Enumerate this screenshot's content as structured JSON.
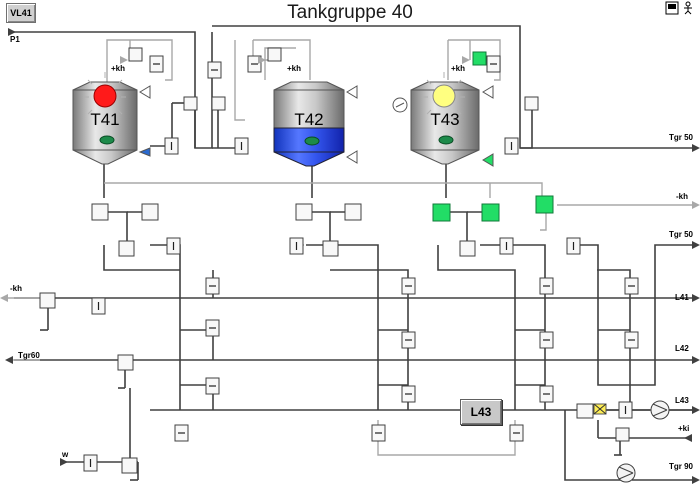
{
  "header": {
    "title": "Tankgruppe 40",
    "vl_button": "VL41"
  },
  "tanks": [
    {
      "label": "T41",
      "lamp_color": "#ff1a1a",
      "fill": "empty"
    },
    {
      "label": "T42",
      "lamp_color": "",
      "fill": "full"
    },
    {
      "label": "T43",
      "lamp_color": "#ffff80",
      "fill": "empty"
    }
  ],
  "labels": {
    "p1": "P1",
    "kh_t41": "+kh",
    "kh_t42": "+kh",
    "kh_t43": "+kh",
    "tgr50_top": "Tgr 50",
    "minus_kh_right": "-kh",
    "tgr50_mid": "Tgr 50",
    "minus_kh_left": "-kh",
    "l41": "L41",
    "tgr60": "Tgr60",
    "l42": "L42",
    "l43_right": "L43",
    "plus_ki": "+ki",
    "w": "w",
    "tgr90": "Tgr 90"
  },
  "l43_button": "L43",
  "colors": {
    "active_green": "#22dd66",
    "pipe": "#404040",
    "pipe_light": "#a8a8a8",
    "tank_fill_blue": "#2244ee"
  }
}
